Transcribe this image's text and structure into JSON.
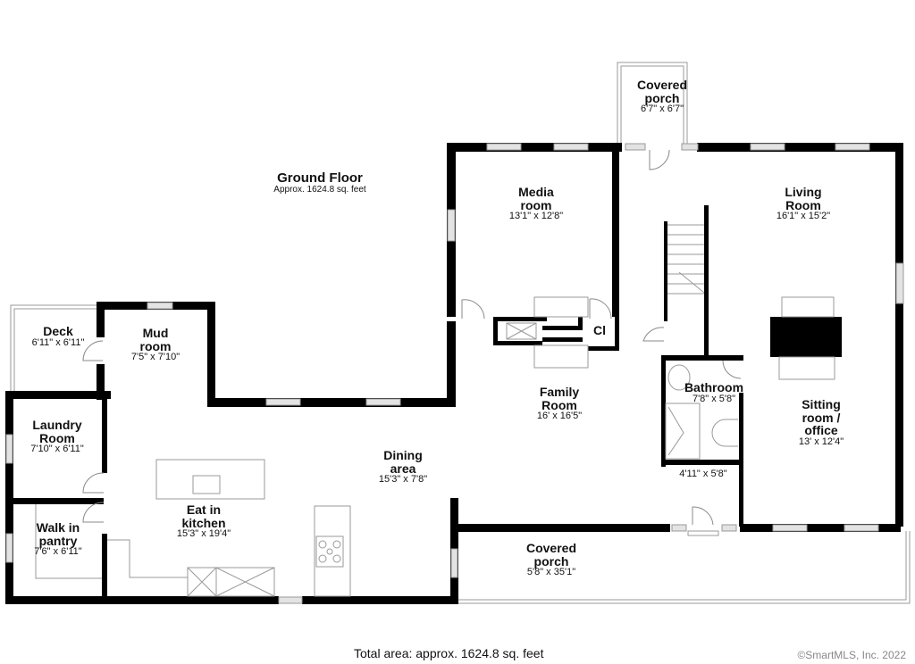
{
  "floor": {
    "title": "Ground Floor",
    "subtitle": "Approx. 1624.8 sq. feet"
  },
  "rooms": [
    {
      "name": "Covered porch",
      "dims": "6'7\" x 6'7\""
    },
    {
      "name": "Media room",
      "dims": "13'1\" x 12'8\""
    },
    {
      "name": "Living Room",
      "dims": "16'1\" x 15'2\""
    },
    {
      "name": "Deck",
      "dims": "6'11\" x 6'11\""
    },
    {
      "name": "Mud room",
      "dims": "7'5\" x 7'10\""
    },
    {
      "name": "Laundry Room",
      "dims": "7'10\" x 6'11\""
    },
    {
      "name": "Walk in pantry",
      "dims": "7'6\" x 6'11\""
    },
    {
      "name": "Eat in kitchen",
      "dims": "15'3\" x 19'4\""
    },
    {
      "name": "Dining area",
      "dims": "15'3\" x 7'8\""
    },
    {
      "name": "Family Room",
      "dims": "16' x 16'5\""
    },
    {
      "name": "Bathroom",
      "dims": "7'8\" x 5'8\""
    },
    {
      "name": "Sitting room / office",
      "dims": "13' x 12'4\""
    },
    {
      "name": "Covered porch",
      "dims": "5'8\" x 35'1\""
    }
  ],
  "labels": {
    "closet": "Cl",
    "hall_dims": "4'11\" x 5'8\""
  },
  "footer": {
    "total_area": "Total area: approx. 1624.8 sq. feet",
    "copyright": "©SmartMLS, Inc.  2022"
  }
}
